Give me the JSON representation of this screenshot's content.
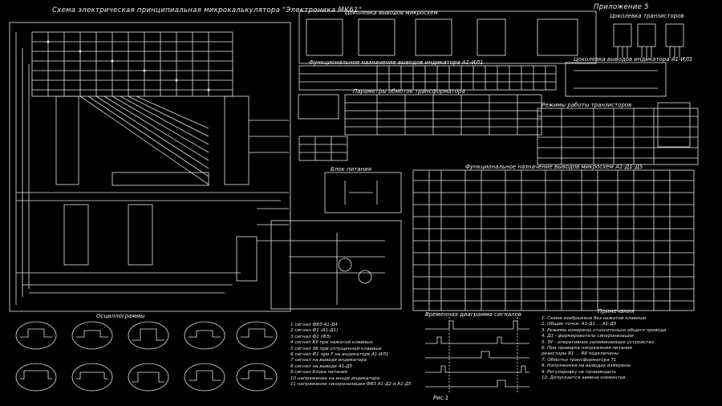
{
  "title": "Схема электрическая принципиальная микрокалькулятора \"Электроника МК61\"",
  "appendix": "Приложение 5",
  "sections": {
    "pinout_microcircuits": "Цоколевка выводов микросхем",
    "pinout_transistors": "Цоколевка транзисторов",
    "indicator_pinout_a": "Функциональное назначение выводов индикатора А1-ИЛ1",
    "transformer_params": "Параметры обмоток трансформатора",
    "indicator_pinout_b": "Цоколевка выводов индикатора А1-ИЛ1",
    "voltage_modes": "Режимы работы транзисторов",
    "power_block": "Блок питания",
    "functional_pins": "Функциональное назначение выводов микросхем А1-Д1-Д5",
    "oscillograms": "Осциллограммы",
    "timing": "Временная диаграмма сигналов",
    "notes_title": "Примечания",
    "fig": "Рис.1"
  },
  "legend": [
    "1 сигнал ФВЗ А1-Д4",
    "2 сигнал Ф1 (А1-Д1)",
    "3 сигнал Ф2 (ФЗ)",
    "4 сигнал КУ при нажатой клавише",
    "5 сигнал ЗК при отпущенной клавише",
    "6 сигнал Ф1 при F на индикаторе А1-ИЛ1",
    "7 сигнал на выводе индикатора",
    "8 сигнал на выводе А1-Д5",
    "9 сигнал блока питания",
    "10 напряжение на аноде индикатора",
    "11 напряжение синхронизации ФВЗ А1-Д2 и А1-Д5"
  ],
  "notes": [
    "1. Схема изображена без нажатой клавиши",
    "2. Общие точки: А1-Д1 ... А1-Д5",
    "3. Режимы измерены относительно общего провода",
    "4. Д1 - формирователь синхронизации",
    "5. ЗУ - оперативное запоминающее устройство",
    "6. При проверке напряжения питания",
    "   резисторы R1 ... R8 подключены",
    "7. Обмотки трансформатора Т1",
    "8. Напряжения на выводах измерены",
    "9. Регулировку не производить",
    "10. Допускается замена элементов"
  ],
  "colors": {
    "background": "#000000",
    "ink": "#e8e8e8"
  }
}
